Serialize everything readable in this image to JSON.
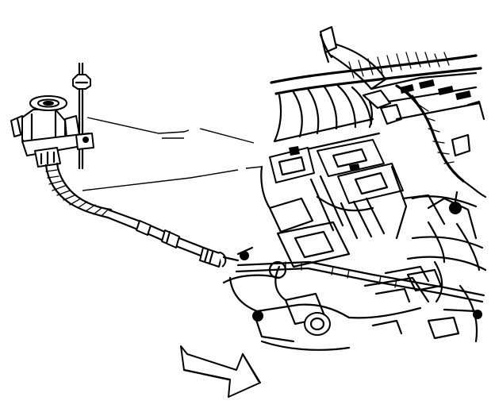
{
  "figure": {
    "background": "#ffffff",
    "ink": "#000000",
    "components": [
      "solenoid-valve",
      "fastener-nut",
      "stud",
      "vacuum-hose-assembly",
      "engine-assembly",
      "view-direction-arrow"
    ]
  }
}
